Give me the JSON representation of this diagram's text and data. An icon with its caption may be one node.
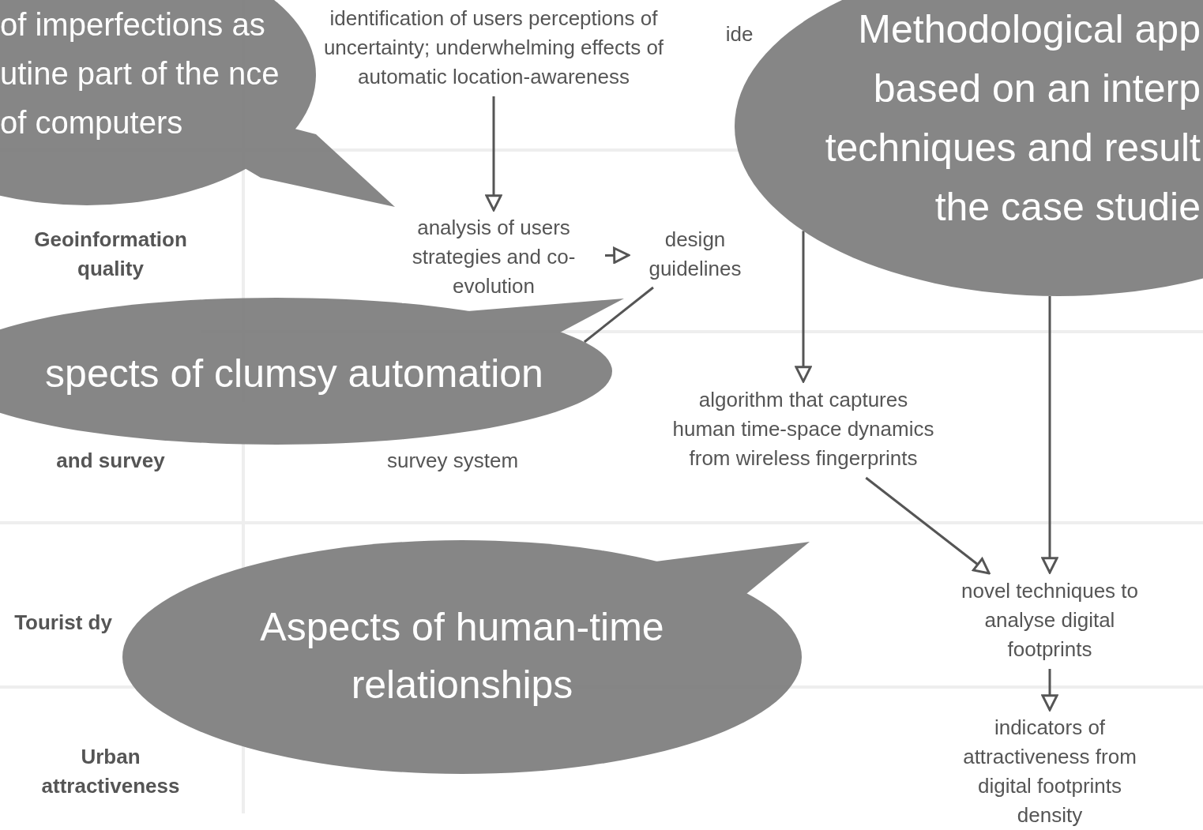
{
  "diagram": {
    "nodes": [
      {
        "text": [
          "identification of users perceptions of uncertainty; underwhelming effects of automatic location-awareness"
        ]
      },
      {
        "text": [
          "analysis of users strategies and co-evolution"
        ]
      },
      {
        "text": [
          "design guidelines"
        ]
      },
      {
        "text": [
          "algorithm that captures human time-space dynamics from wireless fingerprints"
        ]
      },
      {
        "text": [
          "novel techniques to analyse digital footprints"
        ]
      },
      {
        "text": [
          "indicators of attractiveness from digital footprints density"
        ]
      },
      {
        "text": [
          "of imperfections as utine part of the nce of computers"
        ]
      },
      {
        "text": [
          "Methodological app based on an interp techniques and result the case studie"
        ]
      },
      {
        "text": [
          "spects of clumsy automation"
        ]
      },
      {
        "text": [
          "Aspects of human-time relationships"
        ]
      }
    ],
    "edges": [
      {
        "from": 0,
        "to": 1,
        "arrow": "to"
      },
      {
        "from": 1,
        "to": 2,
        "arrow": "to"
      },
      {
        "from": 2,
        "to": 8,
        "arrow": "none"
      },
      {
        "from": 7,
        "to": 3,
        "arrow": "to"
      },
      {
        "from": 7,
        "to": 4,
        "arrow": "to"
      },
      {
        "from": 3,
        "to": 4,
        "arrow": "to"
      },
      {
        "from": 4,
        "to": 5,
        "arrow": "to"
      }
    ],
    "labels": [
      "ide",
      "Geoinformation quality",
      "and survey",
      "survey system",
      "Tourist dy",
      "Urban attractiveness"
    ]
  }
}
